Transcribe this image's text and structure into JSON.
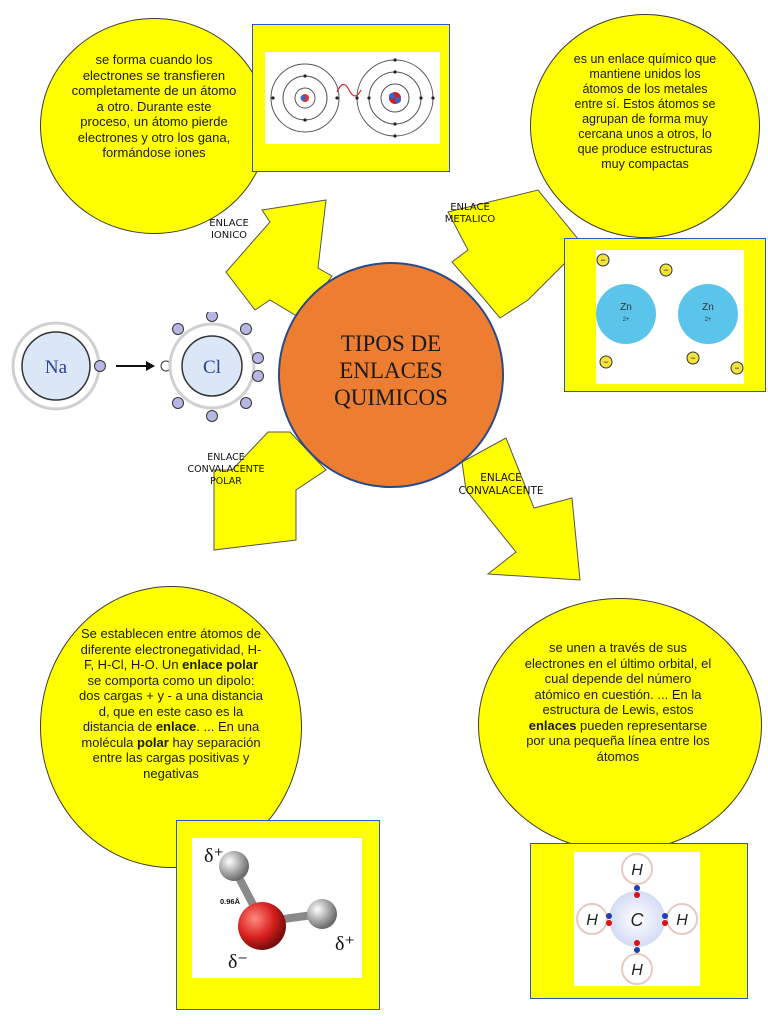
{
  "center": {
    "line1": "TIPOS DE",
    "line2": "ENLACES",
    "line3": "QUIMICOS"
  },
  "ionic": {
    "label_line1": "ENLACE",
    "label_line2": "IONICO",
    "description": "se forma cuando los electrones se transfieren completamente de un átomo a otro. Durante este proceso, un átomo pierde electrones y otro los gana, formándose iones",
    "diagram": {
      "na_label": "Na",
      "cl_label": "Cl"
    }
  },
  "metallic": {
    "label_line1": "ENLACE",
    "label_line2": "METALICO",
    "description": "es un enlace químico que mantiene unidos los átomos de los metales entre sí. Estos átomos se agrupan de forma muy cercana unos a otros, lo que produce estructuras muy compactas",
    "image": {
      "ion_symbol": "Zn",
      "ion_charge": "2+",
      "electron_sign": "−"
    }
  },
  "polar": {
    "label_line1": "ENLACE",
    "label_line2": "CONVALACENTE",
    "label_line3": "POLAR",
    "description_parts": [
      "Se establecen entre átomos de diferente electronegatividad, H-F, H-Cl, H-O. Un ",
      "enlace polar",
      " se comporta como un dipolo: dos cargas + y - a una distancia d, que en este caso es la distancia de ",
      "enlace",
      ". ... En una molécula ",
      "polar",
      " hay separación entre las cargas positivas y negativas"
    ],
    "image": {
      "delta_plus": "δ⁺",
      "delta_minus": "δ⁻",
      "bond_length": "0.96Å"
    }
  },
  "covalent": {
    "label_line1": "ENLACE",
    "label_line2": "CONVALACENTE",
    "description_parts": [
      "se unen a través de sus electrones en el último orbital, el cual depende del número atómico en cuestión. ... En la estructura de Lewis, estos ",
      "enlaces",
      " pueden representarse por una pequeña línea entre los átomos"
    ],
    "image": {
      "center_atom": "C",
      "outer_atom": "H"
    }
  },
  "colors": {
    "bubble": "#ffff00",
    "center": "#ed7d31",
    "frame_border": "#2b56c7",
    "arrow": "#ffff00",
    "zn_ion": "#5bc4ea",
    "oxygen": "#d9201e",
    "electron": "#b7b7e6"
  }
}
